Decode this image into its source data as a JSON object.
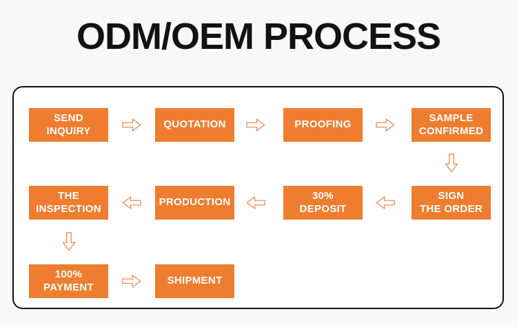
{
  "title": "ODM/OEM PROCESS",
  "colors": {
    "accent_orange": "#EF7D2F",
    "arrow_outline": "#EE8C52",
    "box_text": "#FFFFFF",
    "panel_border": "#111111",
    "page_background": "#F8F8F8",
    "panel_background": "#FFFFFF"
  },
  "process": {
    "steps": [
      {
        "id": "send-inquiry",
        "label": "SEND\nINQUIRY"
      },
      {
        "id": "quotation",
        "label": "QUOTATION"
      },
      {
        "id": "proofing",
        "label": "PROOFING"
      },
      {
        "id": "sample-confirmed",
        "label": "SAMPLE\nCONFIRMED"
      },
      {
        "id": "sign-the-order",
        "label": "SIGN\nTHE ORDER"
      },
      {
        "id": "deposit-30",
        "label": "30%\nDEPOSIT"
      },
      {
        "id": "production",
        "label": "PRODUCTION"
      },
      {
        "id": "the-inspection",
        "label": "THE\nINSPECTION"
      },
      {
        "id": "payment-100",
        "label": "100%\nPAYMENT"
      },
      {
        "id": "shipment",
        "label": "SHIPMENT"
      }
    ]
  }
}
